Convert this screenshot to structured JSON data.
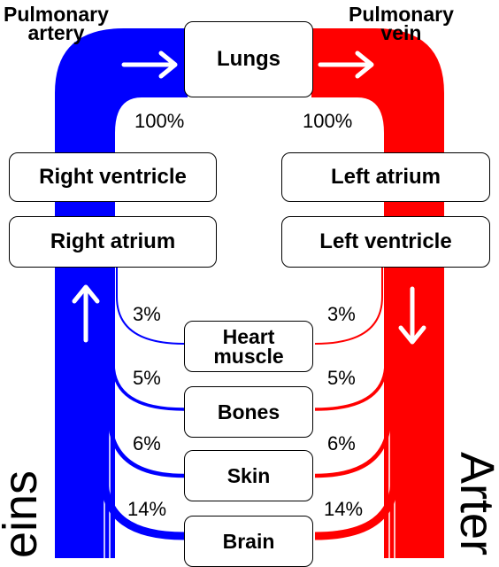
{
  "labels": {
    "pulmonary_artery": [
      "Pulmonary",
      "artery"
    ],
    "pulmonary_vein": [
      "Pulmonary",
      "vein"
    ],
    "veins": "eins",
    "arteries": "Arter"
  },
  "boxes": {
    "lungs": "Lungs",
    "right_ventricle": "Right ventricle",
    "right_atrium": "Right atrium",
    "left_atrium": "Left atrium",
    "left_ventricle": "Left ventricle"
  },
  "organs": [
    {
      "lines": [
        "Heart",
        "muscle"
      ],
      "left_pct": "3%",
      "right_pct": "3%"
    },
    {
      "lines": [
        "Bones"
      ],
      "left_pct": "5%",
      "right_pct": "5%"
    },
    {
      "lines": [
        "Skin"
      ],
      "left_pct": "6%",
      "right_pct": "6%"
    },
    {
      "lines": [
        "Brain"
      ],
      "left_pct": "14%",
      "right_pct": "14%"
    }
  ],
  "lung_flow": {
    "left_pct": "100%",
    "right_pct": "100%"
  },
  "colors": {
    "venous": "#0000ff",
    "arterial": "#ff0000"
  },
  "icons": {
    "flow_arrow": "arrow-icon"
  }
}
